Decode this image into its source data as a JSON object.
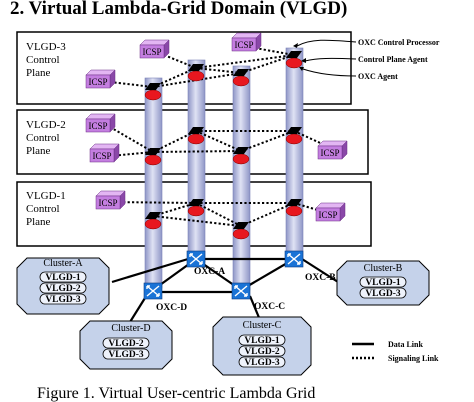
{
  "header": {
    "title": "2. Virtual Lambda-Grid Domain (VLGD)"
  },
  "planes": [
    {
      "name": "VLGD-3",
      "l2": "Control",
      "l3": "Plane"
    },
    {
      "name": "VLGD-2",
      "l2": "Control",
      "l3": "Plane"
    },
    {
      "name": "VLGD-1",
      "l2": "Control",
      "l3": "Plane"
    }
  ],
  "icsp_label": "ICSP",
  "annotations": {
    "processor": "OXC Control Processor",
    "agent_plane": "Control Plane Agent",
    "oxc_agent": "OXC Agent"
  },
  "switches": [
    "OXC-A",
    "OXC-B",
    "OXC-C",
    "OXC-D"
  ],
  "clusters": [
    {
      "name": "Cluster-A",
      "vlgds": [
        "VLGD-1",
        "VLGD-2",
        "VLGD-3"
      ]
    },
    {
      "name": "Cluster-B",
      "vlgds": [
        "VLGD-1",
        "VLGD-3"
      ]
    },
    {
      "name": "Cluster-D",
      "vlgds": [
        "VLGD-2",
        "VLGD-3"
      ]
    },
    {
      "name": "Cluster-C",
      "vlgds": [
        "VLGD-1",
        "VLGD-2",
        "VLGD-3"
      ]
    }
  ],
  "legend": {
    "data": "Data Link",
    "signal": "Signaling Link"
  },
  "caption": "Figure 1. Virtual User-centric Lambda Grid",
  "colors": {
    "icsp": "#c47ee0",
    "oxc": "#1a73d6",
    "agent": "#e8171f",
    "pillar": "#b9bfe0",
    "cluster": "#c5d2ea"
  }
}
